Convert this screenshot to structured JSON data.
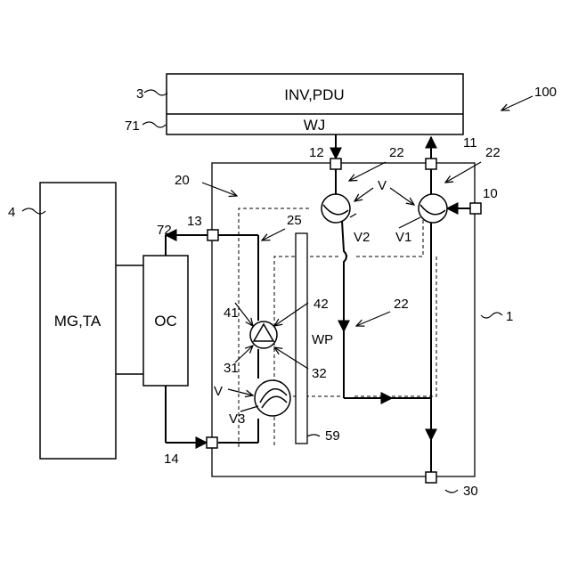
{
  "blocks": {
    "inv_pdu": "INV,PDU",
    "wj": "WJ",
    "mg_ta": "MG,TA",
    "oc": "OC"
  },
  "component_labels": {
    "v": "V",
    "v1": "V1",
    "v2": "V2",
    "v3": "V3",
    "wp": "WP"
  },
  "reference_numerals": {
    "n1": "1",
    "n3": "3",
    "n4": "4",
    "n10": "10",
    "n11": "11",
    "n12": "12",
    "n13": "13",
    "n14": "14",
    "n20": "20",
    "n22a": "22",
    "n22b": "22",
    "n22c": "22",
    "n25": "25",
    "n30": "30",
    "n31": "31",
    "n32": "32",
    "n41": "41",
    "n42": "42",
    "n59": "59",
    "n71": "71",
    "n72": "72",
    "n100": "100"
  }
}
